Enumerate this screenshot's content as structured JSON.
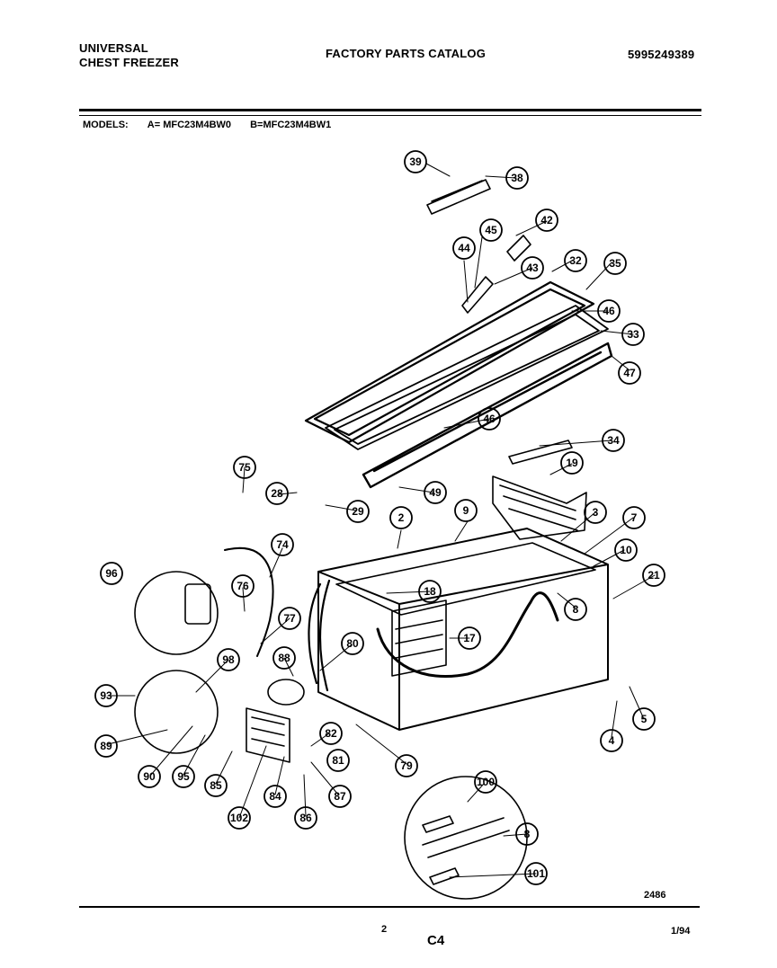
{
  "header": {
    "brand_line1": "UNIVERSAL",
    "brand_line2": "CHEST FREEZER",
    "title": "FACTORY PARTS CATALOG",
    "catalog_number": "5995249389"
  },
  "models": {
    "label": "MODELS:",
    "model_a": "A= MFC23M4BW0",
    "model_b": "B=MFC23M4BW1"
  },
  "callouts": [
    "39",
    "38",
    "42",
    "45",
    "44",
    "43",
    "32",
    "35",
    "46",
    "33",
    "47",
    "46",
    "34",
    "19",
    "49",
    "75",
    "28",
    "29",
    "2",
    "9",
    "3",
    "7",
    "10",
    "21",
    "74",
    "96",
    "76",
    "18",
    "8",
    "77",
    "17",
    "98",
    "88",
    "80",
    "93",
    "5",
    "4",
    "89",
    "90",
    "95",
    "85",
    "82",
    "81",
    "79",
    "102",
    "84",
    "86",
    "87",
    "100",
    "8",
    "101"
  ],
  "footer": {
    "drawing_code": "2486",
    "page_number": "2",
    "section": "C4",
    "date": "1/94"
  }
}
